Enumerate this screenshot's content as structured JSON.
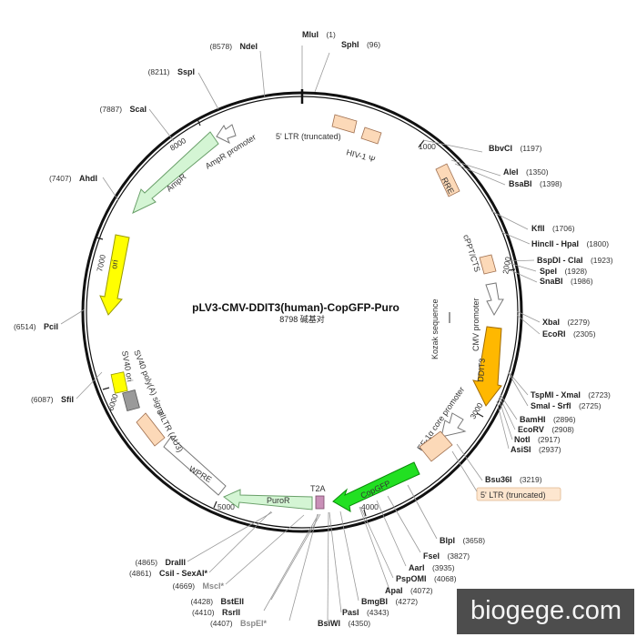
{
  "plasmid": {
    "title": "pLV3-CMV-DDIT3(human)-CopGFP-Puro",
    "size_label": "8798 碱基对",
    "total_bp": 8798
  },
  "ticks": [
    "1000",
    "2000",
    "3000",
    "4000",
    "5000",
    "6000",
    "7000",
    "8000"
  ],
  "sites": [
    {
      "name": "MluI",
      "pos": "(1)"
    },
    {
      "name": "SphI",
      "pos": "(96)"
    },
    {
      "name": "BbvCI",
      "pos": "(1197)"
    },
    {
      "name": "AleI",
      "pos": "(1350)"
    },
    {
      "name": "BsaBI",
      "pos": "(1398)"
    },
    {
      "name": "KflI",
      "pos": "(1706)"
    },
    {
      "name": "HincII - HpaI",
      "pos": "(1800)"
    },
    {
      "name": "BspDI - ClaI",
      "pos": "(1923)"
    },
    {
      "name": "SpeI",
      "pos": "(1928)"
    },
    {
      "name": "SnaBI",
      "pos": "(1986)"
    },
    {
      "name": "XbaI",
      "pos": "(2279)"
    },
    {
      "name": "EcoRI",
      "pos": "(2305)"
    },
    {
      "name": "TspMI - XmaI",
      "pos": "(2723)"
    },
    {
      "name": "SmaI - SrfI",
      "pos": "(2725)"
    },
    {
      "name": "BamHI",
      "pos": "(2896)"
    },
    {
      "name": "EcoRV",
      "pos": "(2908)"
    },
    {
      "name": "NotI",
      "pos": "(2917)"
    },
    {
      "name": "AsiSI",
      "pos": "(2937)"
    },
    {
      "name": "Bsu36I",
      "pos": "(3219)"
    },
    {
      "name": "BlpI",
      "pos": "(3658)"
    },
    {
      "name": "FseI",
      "pos": "(3827)"
    },
    {
      "name": "AarI",
      "pos": "(3935)"
    },
    {
      "name": "PspOMI",
      "pos": "(4068)"
    },
    {
      "name": "ApaI",
      "pos": "(4072)"
    },
    {
      "name": "BmgBI",
      "pos": "(4272)"
    },
    {
      "name": "PasI",
      "pos": "(4343)"
    },
    {
      "name": "BsiWI",
      "pos": "(4350)"
    },
    {
      "name": "BstEII",
      "pos": "(4428)"
    },
    {
      "name": "RsrII",
      "pos": "(4410)"
    },
    {
      "name": "BspEI*",
      "pos": "(4407)"
    },
    {
      "name": "MscI*",
      "pos": "(4669)"
    },
    {
      "name": "DraIII",
      "pos": "(4865)"
    },
    {
      "name": "CsiI - SexAI*",
      "pos": "(4861)"
    },
    {
      "name": "SfiI",
      "pos": "(6087)"
    },
    {
      "name": "PciI",
      "pos": "(6514)"
    },
    {
      "name": "AhdI",
      "pos": "(7407)"
    },
    {
      "name": "ScaI",
      "pos": "(7887)"
    },
    {
      "name": "SspI",
      "pos": "(8211)"
    },
    {
      "name": "NdeI",
      "pos": "(8578)"
    }
  ],
  "features": {
    "ltr5": "5' LTR (truncated)",
    "hiv_psi": "HIV-1 Ψ",
    "rre": "RRE",
    "cppt": "cPPT/CTS",
    "cmv": "CMV promoter",
    "kozak": "Kozak sequence",
    "ddit3": "DDIT3",
    "ef1a": "EF-1α core promoter",
    "ltr5_site": "5' LTR (truncated)",
    "copgfp": "CopGFP",
    "t2a": "T2A",
    "puror": "PuroR",
    "wpre": "WPRE",
    "ltr3": "3' LTR (ΔU3)",
    "sv40_polya": "SV40 poly(A) signal",
    "sv40_ori": "SV40 ori",
    "ori": "ori",
    "ampr": "AmpR",
    "ampr_promoter": "AmpR promoter"
  },
  "watermark": "biogege.com",
  "colors": {
    "ampr": "#d4f5d4",
    "ori": "#ffff00",
    "ddit3": "#ffb800",
    "copgfp": "#22e022",
    "ltr": "#fcd9b8",
    "t2a": "#c990b8",
    "sv40ori": "#9a9a9a",
    "puror": "#d4f5d4"
  }
}
